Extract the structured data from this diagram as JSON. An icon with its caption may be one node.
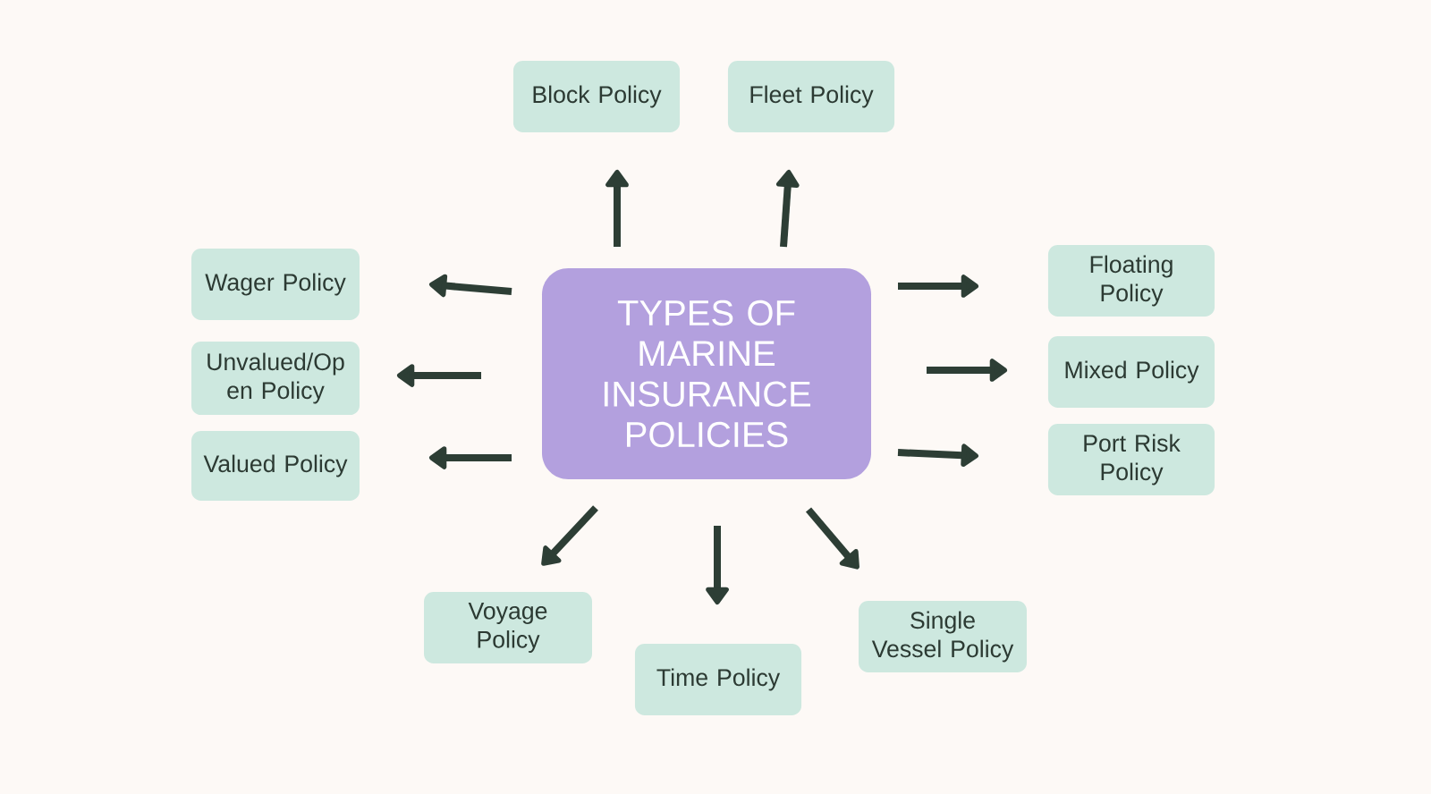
{
  "diagram": {
    "nodes": [
      {
        "text": [
          "TYPES OF MARINE INSURANCE POLICIES"
        ]
      },
      {
        "text": [
          "Block Policy"
        ]
      },
      {
        "text": [
          "Fleet Policy"
        ]
      },
      {
        "text": [
          "Wager Policy"
        ]
      },
      {
        "text": [
          "Unvalued/Op en Policy"
        ]
      },
      {
        "text": [
          "Valued Policy"
        ]
      },
      {
        "text": [
          "Floating Policy"
        ]
      },
      {
        "text": [
          "Mixed Policy"
        ]
      },
      {
        "text": [
          "Port Risk Policy"
        ]
      },
      {
        "text": [
          "Voyage Policy"
        ]
      },
      {
        "text": [
          "Time Policy"
        ]
      },
      {
        "text": [
          "Single Vessel Policy"
        ]
      }
    ],
    "edges": [
      {
        "from": 0,
        "to": 1,
        "arrow": "to"
      },
      {
        "from": 0,
        "to": 2,
        "arrow": "to"
      },
      {
        "from": 0,
        "to": 3,
        "arrow": "to"
      },
      {
        "from": 0,
        "to": 4,
        "arrow": "to"
      },
      {
        "from": 0,
        "to": 5,
        "arrow": "to"
      },
      {
        "from": 0,
        "to": 6,
        "arrow": "to"
      },
      {
        "from": 0,
        "to": 7,
        "arrow": "to"
      },
      {
        "from": 0,
        "to": 8,
        "arrow": "to"
      },
      {
        "from": 0,
        "to": 9,
        "arrow": "to"
      },
      {
        "from": 0,
        "to": 10,
        "arrow": "to"
      },
      {
        "from": 0,
        "to": 11,
        "arrow": "to"
      }
    ]
  }
}
